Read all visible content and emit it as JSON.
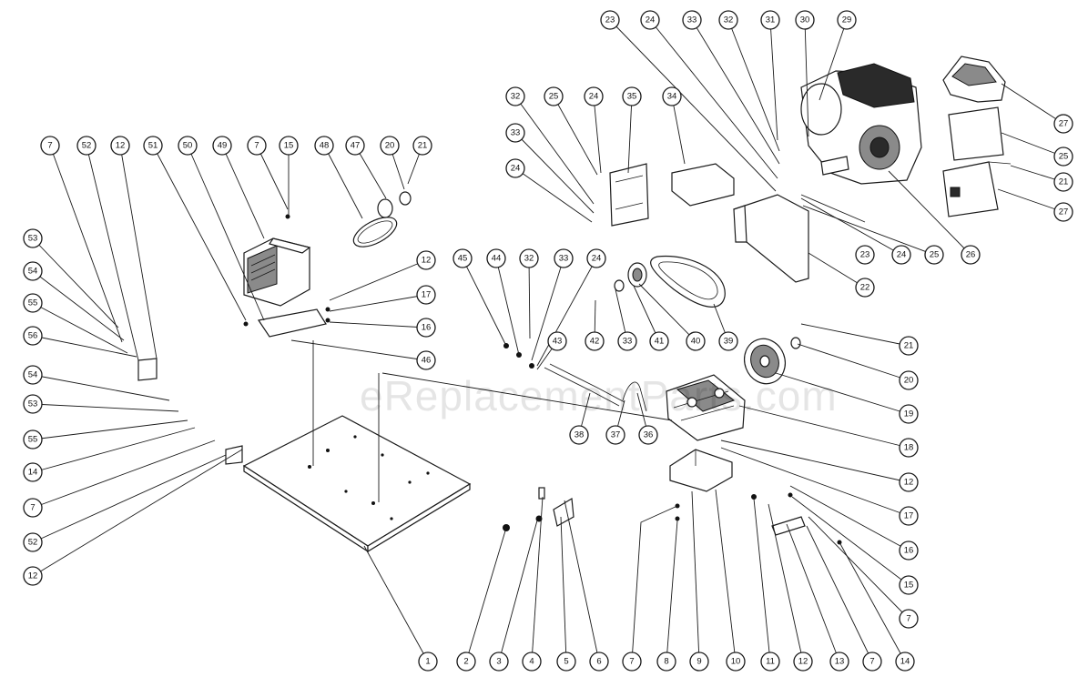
{
  "watermark": "eReplacementParts.com",
  "callouts": [
    "1",
    "2",
    "3",
    "4",
    "5",
    "6",
    "7",
    "8",
    "9",
    "10",
    "11",
    "12",
    "13",
    "7",
    "14",
    "53",
    "54",
    "55",
    "56",
    "54",
    "53",
    "55",
    "14",
    "7",
    "52",
    "12",
    "7",
    "52",
    "12",
    "51",
    "50",
    "49",
    "7",
    "15",
    "48",
    "47",
    "20",
    "21",
    "12",
    "17",
    "16",
    "46",
    "45",
    "44",
    "32",
    "33",
    "24",
    "43",
    "42",
    "33",
    "41",
    "40",
    "39",
    "38",
    "37",
    "36",
    "21",
    "20",
    "19",
    "18",
    "12",
    "17",
    "16",
    "15",
    "7",
    "32",
    "25",
    "24",
    "35",
    "34",
    "33",
    "24",
    "23",
    "24",
    "33",
    "32",
    "31",
    "30",
    "29",
    "23",
    "24",
    "25",
    "26",
    "22",
    "27",
    "25",
    "21",
    "27"
  ]
}
